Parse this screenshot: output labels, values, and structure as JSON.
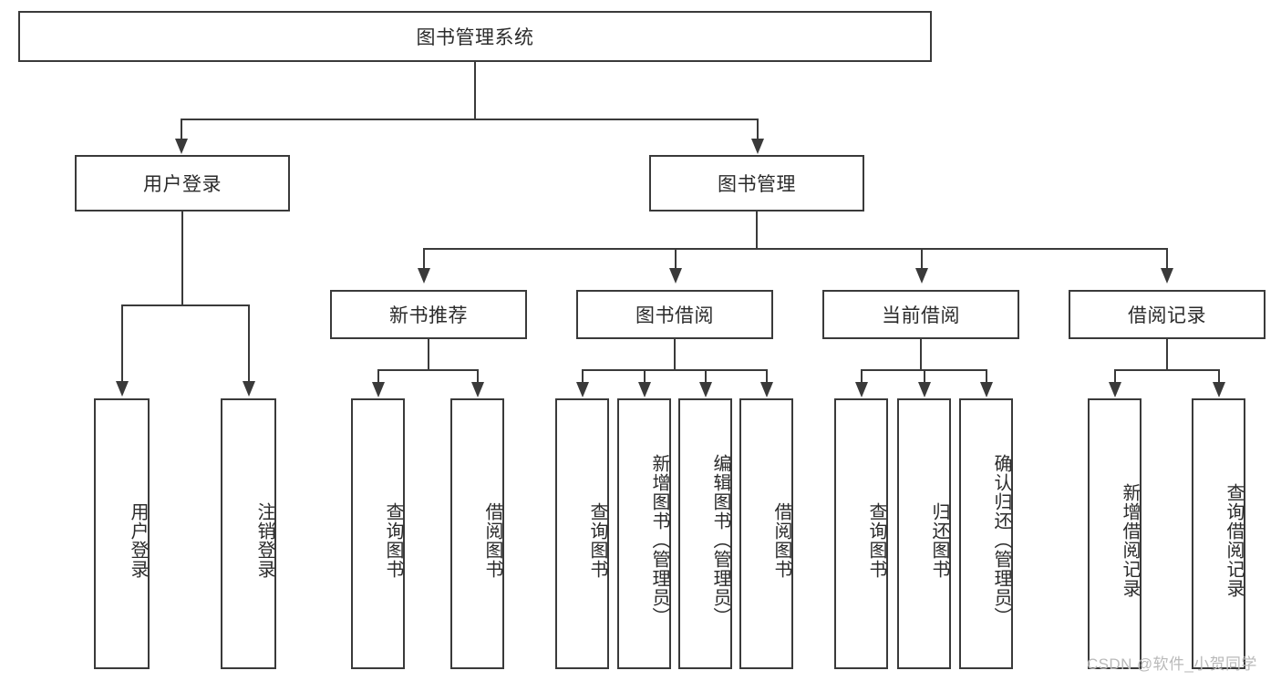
{
  "diagram": {
    "title_node": {
      "label": "图书管理系统"
    },
    "level1": [
      {
        "label": "用户登录"
      },
      {
        "label": "图书管理"
      }
    ],
    "level2": [
      {
        "label": "新书推荐"
      },
      {
        "label": "图书借阅"
      },
      {
        "label": "当前借阅"
      },
      {
        "label": "借阅记录"
      }
    ],
    "leaves": {
      "user_login": [
        {
          "label": "用户登录"
        },
        {
          "label": "注销登录"
        }
      ],
      "new_book_recommend": [
        {
          "label": "查询图书"
        },
        {
          "label": "借阅图书"
        }
      ],
      "book_borrow": [
        {
          "label": "查询图书"
        },
        {
          "label": "新增图书（管理员）"
        },
        {
          "label": "编辑图书（管理员）"
        },
        {
          "label": "借阅图书"
        }
      ],
      "current_borrow": [
        {
          "label": "查询图书"
        },
        {
          "label": "归还图书"
        },
        {
          "label": "确认归还（管理员）"
        }
      ],
      "borrow_record": [
        {
          "label": "新增借阅记录"
        },
        {
          "label": "查询借阅记录"
        }
      ]
    },
    "watermark": {
      "text": "CSDN @软件_小贺同学"
    },
    "colors": {
      "stroke": "#3a3a3a",
      "text": "#2b2b2b",
      "background": "#ffffff",
      "watermark": "#b9b9b9"
    }
  }
}
